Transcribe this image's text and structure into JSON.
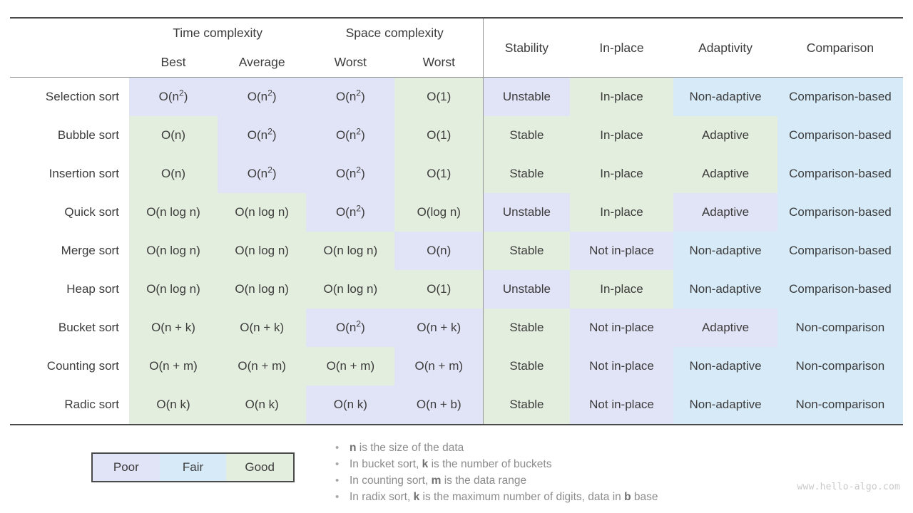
{
  "legend_colors": {
    "poor": "#e1e3f6",
    "fair": "#d7eaf8",
    "good": "#e4eede",
    "none": "#ffffff"
  },
  "table": {
    "group_headers": {
      "blank": "",
      "time": "Time complexity",
      "space": "Space complexity"
    },
    "sub_headers": [
      "",
      "Best",
      "Average",
      "Worst",
      "Worst"
    ],
    "attr_headers": [
      "Stability",
      "In-place",
      "Adaptivity",
      "Comparison"
    ],
    "rows": [
      {
        "algo": "Selection sort",
        "best": {
          "text": "O(n",
          "sup": "2",
          "tail": ")",
          "q": "poor"
        },
        "average": {
          "text": "O(n",
          "sup": "2",
          "tail": ")",
          "q": "poor"
        },
        "worst": {
          "text": "O(n",
          "sup": "2",
          "tail": ")",
          "q": "poor"
        },
        "space": {
          "text": "O(1)",
          "sup": "",
          "tail": "",
          "q": "good"
        },
        "stability": {
          "text": "Unstable",
          "q": "poor"
        },
        "inplace": {
          "text": "In-place",
          "q": "good"
        },
        "adaptivity": {
          "text": "Non-adaptive",
          "q": "fair"
        },
        "comparison": {
          "text": "Comparison-based",
          "q": "fair"
        }
      },
      {
        "algo": "Bubble sort",
        "best": {
          "text": "O(n)",
          "sup": "",
          "tail": "",
          "q": "good"
        },
        "average": {
          "text": "O(n",
          "sup": "2",
          "tail": ")",
          "q": "poor"
        },
        "worst": {
          "text": "O(n",
          "sup": "2",
          "tail": ")",
          "q": "poor"
        },
        "space": {
          "text": "O(1)",
          "sup": "",
          "tail": "",
          "q": "good"
        },
        "stability": {
          "text": "Stable",
          "q": "good"
        },
        "inplace": {
          "text": "In-place",
          "q": "good"
        },
        "adaptivity": {
          "text": "Adaptive",
          "q": "good"
        },
        "comparison": {
          "text": "Comparison-based",
          "q": "fair"
        }
      },
      {
        "algo": "Insertion sort",
        "best": {
          "text": "O(n)",
          "sup": "",
          "tail": "",
          "q": "good"
        },
        "average": {
          "text": "O(n",
          "sup": "2",
          "tail": ")",
          "q": "poor"
        },
        "worst": {
          "text": "O(n",
          "sup": "2",
          "tail": ")",
          "q": "poor"
        },
        "space": {
          "text": "O(1)",
          "sup": "",
          "tail": "",
          "q": "good"
        },
        "stability": {
          "text": "Stable",
          "q": "good"
        },
        "inplace": {
          "text": "In-place",
          "q": "good"
        },
        "adaptivity": {
          "text": "Adaptive",
          "q": "good"
        },
        "comparison": {
          "text": "Comparison-based",
          "q": "fair"
        }
      },
      {
        "algo": "Quick sort",
        "best": {
          "text": "O(n log n)",
          "sup": "",
          "tail": "",
          "q": "good"
        },
        "average": {
          "text": "O(n log n)",
          "sup": "",
          "tail": "",
          "q": "good"
        },
        "worst": {
          "text": "O(n",
          "sup": "2",
          "tail": ")",
          "q": "poor"
        },
        "space": {
          "text": "O(log n)",
          "sup": "",
          "tail": "",
          "q": "good"
        },
        "stability": {
          "text": "Unstable",
          "q": "poor"
        },
        "inplace": {
          "text": "In-place",
          "q": "good"
        },
        "adaptivity": {
          "text": "Adaptive",
          "q": "poor"
        },
        "comparison": {
          "text": "Comparison-based",
          "q": "fair"
        }
      },
      {
        "algo": "Merge sort",
        "best": {
          "text": "O(n log n)",
          "sup": "",
          "tail": "",
          "q": "good"
        },
        "average": {
          "text": "O(n log n)",
          "sup": "",
          "tail": "",
          "q": "good"
        },
        "worst": {
          "text": "O(n log n)",
          "sup": "",
          "tail": "",
          "q": "good"
        },
        "space": {
          "text": "O(n)",
          "sup": "",
          "tail": "",
          "q": "poor"
        },
        "stability": {
          "text": "Stable",
          "q": "good"
        },
        "inplace": {
          "text": "Not in-place",
          "q": "poor"
        },
        "adaptivity": {
          "text": "Non-adaptive",
          "q": "fair"
        },
        "comparison": {
          "text": "Comparison-based",
          "q": "fair"
        }
      },
      {
        "algo": "Heap sort",
        "best": {
          "text": "O(n log n)",
          "sup": "",
          "tail": "",
          "q": "good"
        },
        "average": {
          "text": "O(n log n)",
          "sup": "",
          "tail": "",
          "q": "good"
        },
        "worst": {
          "text": "O(n log n)",
          "sup": "",
          "tail": "",
          "q": "good"
        },
        "space": {
          "text": "O(1)",
          "sup": "",
          "tail": "",
          "q": "good"
        },
        "stability": {
          "text": "Unstable",
          "q": "poor"
        },
        "inplace": {
          "text": "In-place",
          "q": "good"
        },
        "adaptivity": {
          "text": "Non-adaptive",
          "q": "fair"
        },
        "comparison": {
          "text": "Comparison-based",
          "q": "fair"
        }
      },
      {
        "algo": "Bucket sort",
        "best": {
          "text": "O(n + k)",
          "sup": "",
          "tail": "",
          "q": "good"
        },
        "average": {
          "text": "O(n + k)",
          "sup": "",
          "tail": "",
          "q": "good"
        },
        "worst": {
          "text": "O(n",
          "sup": "2",
          "tail": ")",
          "q": "poor"
        },
        "space": {
          "text": "O(n + k)",
          "sup": "",
          "tail": "",
          "q": "poor"
        },
        "stability": {
          "text": "Stable",
          "q": "good"
        },
        "inplace": {
          "text": "Not in-place",
          "q": "poor"
        },
        "adaptivity": {
          "text": "Adaptive",
          "q": "poor"
        },
        "comparison": {
          "text": "Non-comparison",
          "q": "fair"
        }
      },
      {
        "algo": "Counting sort",
        "best": {
          "text": "O(n + m)",
          "sup": "",
          "tail": "",
          "q": "good"
        },
        "average": {
          "text": "O(n + m)",
          "sup": "",
          "tail": "",
          "q": "good"
        },
        "worst": {
          "text": "O(n + m)",
          "sup": "",
          "tail": "",
          "q": "good"
        },
        "space": {
          "text": "O(n + m)",
          "sup": "",
          "tail": "",
          "q": "poor"
        },
        "stability": {
          "text": "Stable",
          "q": "good"
        },
        "inplace": {
          "text": "Not in-place",
          "q": "poor"
        },
        "adaptivity": {
          "text": "Non-adaptive",
          "q": "fair"
        },
        "comparison": {
          "text": "Non-comparison",
          "q": "fair"
        }
      },
      {
        "algo": "Radic sort",
        "best": {
          "text": "O(n k)",
          "sup": "",
          "tail": "",
          "q": "good"
        },
        "average": {
          "text": "O(n k)",
          "sup": "",
          "tail": "",
          "q": "good"
        },
        "worst": {
          "text": "O(n k)",
          "sup": "",
          "tail": "",
          "q": "poor"
        },
        "space": {
          "text": "O(n + b)",
          "sup": "",
          "tail": "",
          "q": "poor"
        },
        "stability": {
          "text": "Stable",
          "q": "good"
        },
        "inplace": {
          "text": "Not in-place",
          "q": "poor"
        },
        "adaptivity": {
          "text": "Non-adaptive",
          "q": "fair"
        },
        "comparison": {
          "text": "Non-comparison",
          "q": "fair"
        }
      }
    ]
  },
  "legend": {
    "items": [
      {
        "label": "Poor",
        "q": "poor"
      },
      {
        "label": "Fair",
        "q": "fair"
      },
      {
        "label": "Good",
        "q": "good"
      }
    ]
  },
  "notes": {
    "bullet": "•",
    "items": [
      [
        {
          "t": "n",
          "b": true
        },
        {
          "t": " is the size of the data",
          "b": false
        }
      ],
      [
        {
          "t": "In bucket sort, ",
          "b": false
        },
        {
          "t": "k",
          "b": true
        },
        {
          "t": " is the number of buckets",
          "b": false
        }
      ],
      [
        {
          "t": "In counting sort, ",
          "b": false
        },
        {
          "t": "m",
          "b": true
        },
        {
          "t": " is the data range",
          "b": false
        }
      ],
      [
        {
          "t": "In radix sort, ",
          "b": false
        },
        {
          "t": "k",
          "b": true
        },
        {
          "t": " is the maximum number of digits, data in ",
          "b": false
        },
        {
          "t": "b",
          "b": true
        },
        {
          "t": " base",
          "b": false
        }
      ]
    ]
  },
  "watermark": "www.hello-algo.com"
}
